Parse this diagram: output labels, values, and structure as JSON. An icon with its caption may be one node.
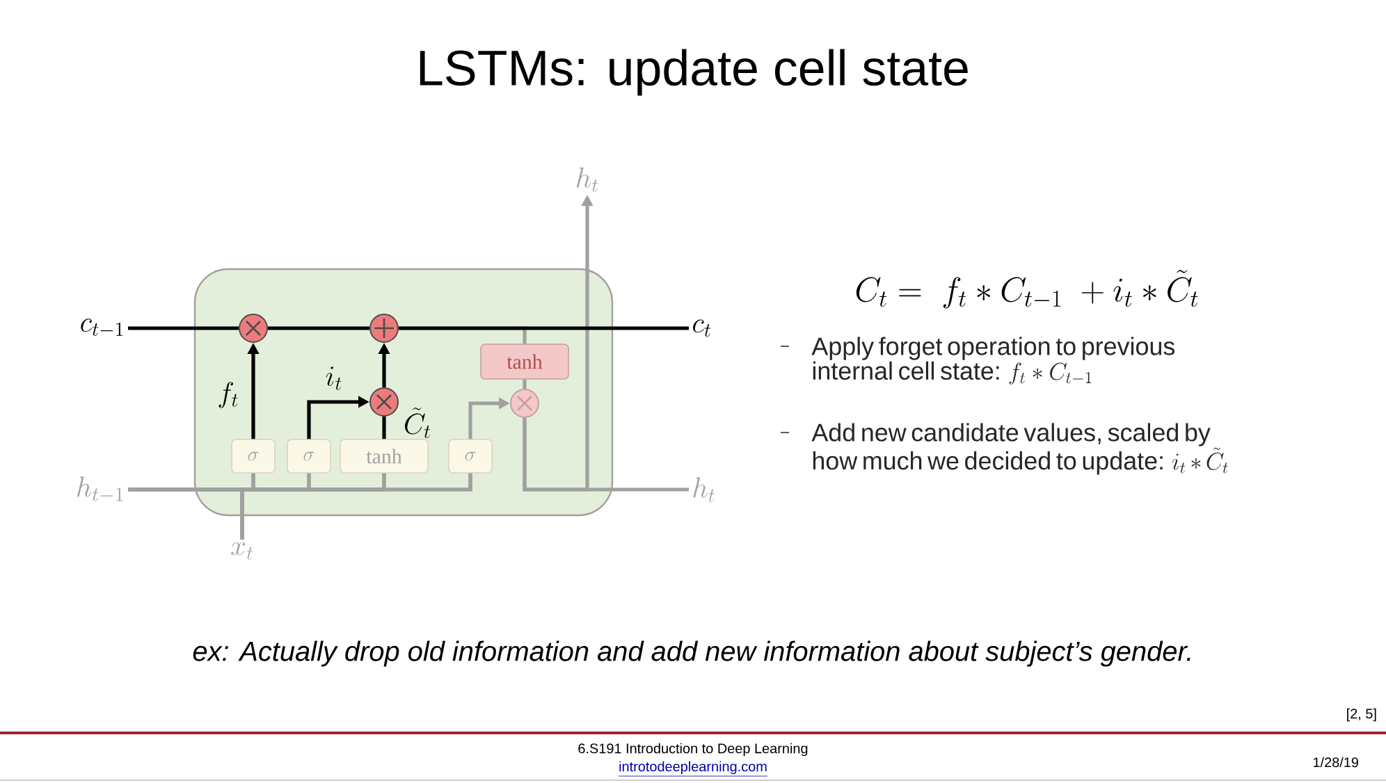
{
  "diagram": {
    "title": "LSTMs: update cell state",
    "nodes": [
      {
        "text": [],
        "shape": "box"
      },
      {
        "text": [
          "c_{t-1}"
        ]
      },
      {
        "text": [],
        "shape": "circle",
        "in": 0
      },
      {
        "text": [],
        "shape": "circle",
        "in": 0
      },
      {
        "text": [],
        "shape": "circle",
        "in": 0
      },
      {
        "text": [
          "tanh"
        ],
        "in": 0
      },
      {
        "text": [],
        "shape": "circle",
        "in": 0
      },
      {
        "text": [
          "\\sigma"
        ],
        "in": 0
      },
      {
        "text": [
          "\\sigma"
        ],
        "in": 0
      },
      {
        "text": [
          "tanh"
        ],
        "in": 0
      },
      {
        "text": [
          "\\sigma"
        ],
        "in": 0
      },
      {
        "text": [
          "c_t"
        ]
      },
      {
        "text": [
          "h_{t-1}"
        ]
      },
      {
        "text": [
          "h_t"
        ]
      },
      {
        "text": [
          "h_t"
        ]
      },
      {
        "text": [
          "x_t"
        ]
      }
    ],
    "edges": [
      {
        "from": 1,
        "to": 2,
        "arrow": "none",
        "color": "#000000"
      },
      {
        "from": 2,
        "to": 3,
        "arrow": "none",
        "color": "#000000"
      },
      {
        "from": 3,
        "to": 11,
        "arrow": "none",
        "color": "#000000"
      },
      {
        "from": 7,
        "to": 2,
        "arrow": "to",
        "color": "#000000",
        "label": "f_t"
      },
      {
        "from": 8,
        "to": 4,
        "arrow": "to",
        "color": "#000000",
        "label": "i_t"
      },
      {
        "from": 9,
        "to": 4,
        "arrow": "none",
        "color": "#000000",
        "label": "\\tilde{C}_t"
      },
      {
        "from": 4,
        "to": 3,
        "arrow": "to",
        "color": "#000000"
      },
      {
        "from": 3,
        "to": 5,
        "arrow": "none"
      },
      {
        "from": 5,
        "to": 6,
        "arrow": "none"
      },
      {
        "from": 10,
        "to": 6,
        "arrow": "to"
      },
      {
        "from": 6,
        "to": 13,
        "arrow": "none"
      },
      {
        "from": 6,
        "to": 14,
        "arrow": "to"
      },
      {
        "from": 12,
        "to": 7,
        "arrow": "none"
      },
      {
        "from": 12,
        "to": 8,
        "arrow": "none"
      },
      {
        "from": 12,
        "to": 9,
        "arrow": "none"
      },
      {
        "from": 12,
        "to": 10,
        "arrow": "none"
      },
      {
        "from": 15,
        "to": 7,
        "arrow": "none"
      },
      {
        "from": 15,
        "to": 8,
        "arrow": "none"
      },
      {
        "from": 15,
        "to": 9,
        "arrow": "none"
      },
      {
        "from": 15,
        "to": 10,
        "arrow": "none"
      }
    ],
    "labels": [
      "C_t = \\; f_t * C_{t-1} \\; + i_t * \\tilde{C}_t",
      "Apply forget operation to previous internal cell state:",
      "f_t * C_{t-1}",
      "Add new candidate values, scaled by how much we decided to update:",
      "i_t * \\tilde{C}_t",
      "ex: Actually drop old information and add new information about subject’s gender.",
      "[2, 5]",
      "6.S191 Introduction to Deep Learning",
      "introtodeeplearning.com",
      "1/28/19"
    ]
  }
}
